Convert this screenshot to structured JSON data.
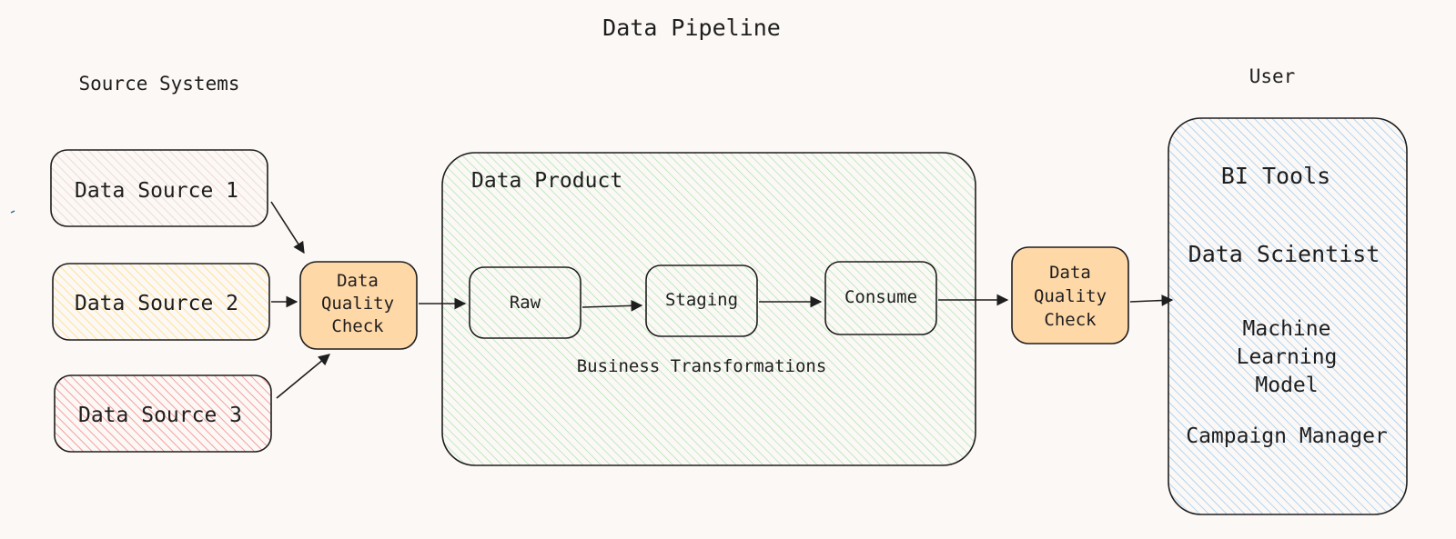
{
  "title": "Data Pipeline",
  "sections": {
    "source_systems": "Source Systems",
    "user": "User"
  },
  "sources": [
    {
      "label": "Data Source 1",
      "fill": "#f0e4df"
    },
    {
      "label": "Data Source 2",
      "fill": "#fff0bf"
    },
    {
      "label": "Data Source 3",
      "fill": "#f8b7b7"
    }
  ],
  "quality_check": {
    "label": "Data\nQuality\nCheck",
    "fill": "#ffd8a8"
  },
  "data_product": {
    "title": "Data Product",
    "fill": "#b2f2bb",
    "stages": [
      "Raw",
      "Staging",
      "Consume"
    ],
    "caption": "Business Transformations"
  },
  "users_panel": {
    "fill": "#a5d8ff",
    "items": [
      "BI Tools",
      "Data Scientist",
      "Machine Learning\nModel",
      "Campaign Manager"
    ]
  },
  "colors": {
    "stroke": "#1e1e1e",
    "background": "#fcf8f5"
  }
}
